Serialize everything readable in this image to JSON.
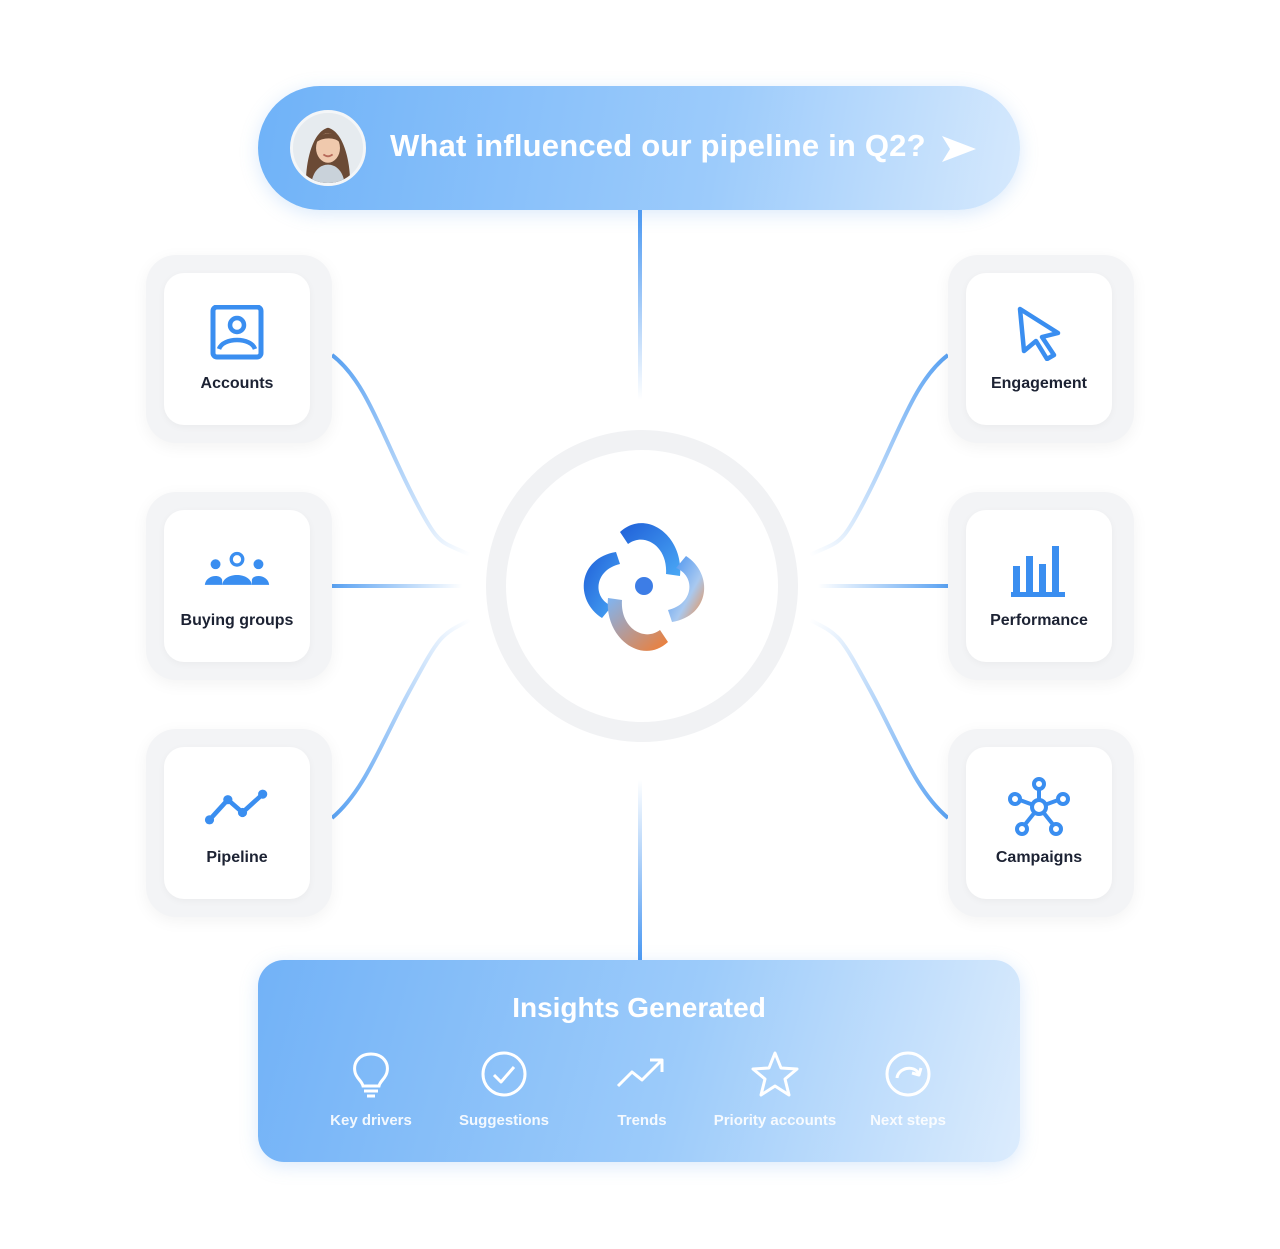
{
  "query": {
    "text": "What influenced our pipeline in Q2?",
    "send_icon": "send-icon",
    "avatar": "user-avatar-photo"
  },
  "categories_left": [
    {
      "label": "Accounts",
      "icon": "account-portrait-icon"
    },
    {
      "label": "Buying groups",
      "icon": "people-group-icon"
    },
    {
      "label": "Pipeline",
      "icon": "trend-line-icon"
    }
  ],
  "categories_right": [
    {
      "label": "Engagement",
      "icon": "cursor-pointer-icon"
    },
    {
      "label": "Performance",
      "icon": "bar-chart-icon"
    },
    {
      "label": "Campaigns",
      "icon": "network-hub-icon"
    }
  ],
  "hub": {
    "icon": "brand-logo-icon"
  },
  "insights": {
    "title": "Insights Generated",
    "items": [
      {
        "label": "Key drivers",
        "icon": "lightbulb-icon"
      },
      {
        "label": "Suggestions",
        "icon": "check-circle-icon"
      },
      {
        "label": "Trends",
        "icon": "trend-up-icon"
      },
      {
        "label": "Priority accounts",
        "icon": "star-icon"
      },
      {
        "label": "Next steps",
        "icon": "redo-circle-icon"
      }
    ]
  },
  "colors": {
    "accent_blue": "#3a8ef0",
    "connector_blue": "#5aa2f2",
    "logo_orange": "#f58a3c",
    "label_dark": "#1c2233"
  }
}
